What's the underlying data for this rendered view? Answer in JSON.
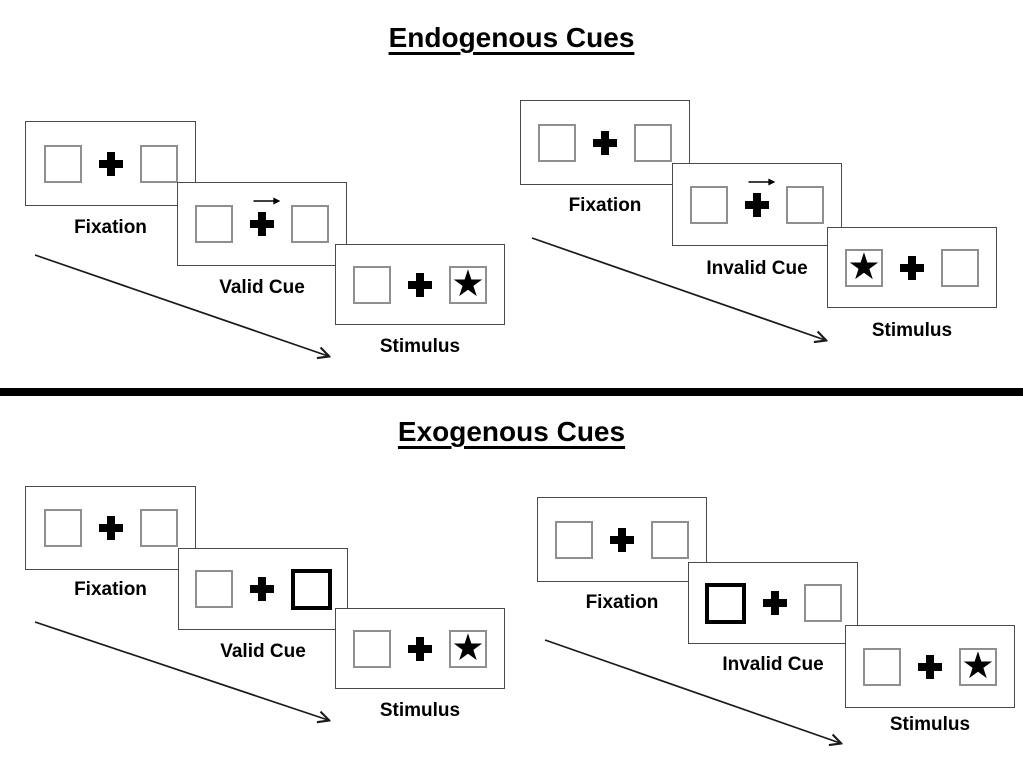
{
  "icons": {
    "star": "★",
    "cue_arrow": "arrow-right",
    "fixation_cross": "plus-cross"
  },
  "colors": {
    "background": "#ffffff",
    "panel_border": "#4a4a4a",
    "box_border": "#8f8f8f",
    "cue_box_border": "#000000",
    "text": "#000000",
    "divider": "#000000"
  },
  "sections": [
    {
      "title": "Endogenous Cues",
      "groups": [
        {
          "name": "valid",
          "panels": [
            {
              "label": "Fixation",
              "left_box": "empty",
              "right_box": "empty",
              "cue": "none"
            },
            {
              "label": "Valid Cue",
              "left_box": "empty",
              "right_box": "empty",
              "cue": "arrow-right-above-fixation"
            },
            {
              "label": "Stimulus",
              "left_box": "empty",
              "right_box": "star",
              "cue": "none"
            }
          ]
        },
        {
          "name": "invalid",
          "panels": [
            {
              "label": "Fixation",
              "left_box": "empty",
              "right_box": "empty",
              "cue": "none"
            },
            {
              "label": "Invalid Cue",
              "left_box": "empty",
              "right_box": "empty",
              "cue": "arrow-right-above-fixation"
            },
            {
              "label": "Stimulus",
              "left_box": "star",
              "right_box": "empty",
              "cue": "none"
            }
          ]
        }
      ]
    },
    {
      "title": "Exogenous Cues",
      "groups": [
        {
          "name": "valid",
          "panels": [
            {
              "label": "Fixation",
              "left_box": "empty",
              "right_box": "empty",
              "cue": "none"
            },
            {
              "label": "Valid Cue",
              "left_box": "empty",
              "right_box": "bold-outline",
              "cue": "brightened-box-right"
            },
            {
              "label": "Stimulus",
              "left_box": "empty",
              "right_box": "star",
              "cue": "none"
            }
          ]
        },
        {
          "name": "invalid",
          "panels": [
            {
              "label": "Fixation",
              "left_box": "empty",
              "right_box": "empty",
              "cue": "none"
            },
            {
              "label": "Invalid Cue",
              "left_box": "bold-outline",
              "right_box": "empty",
              "cue": "brightened-box-left"
            },
            {
              "label": "Stimulus",
              "left_box": "empty",
              "right_box": "star",
              "cue": "none"
            }
          ]
        }
      ]
    }
  ]
}
